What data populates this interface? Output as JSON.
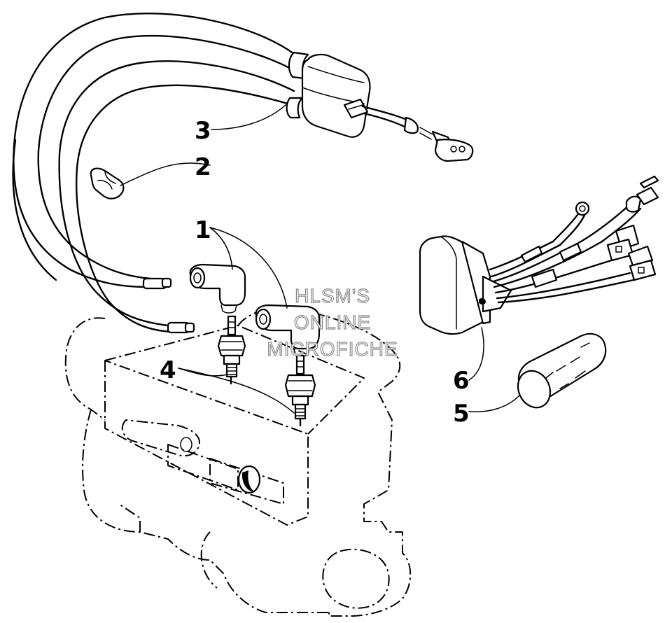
{
  "diagram": {
    "callouts": [
      {
        "id": "callout-1",
        "label": "1"
      },
      {
        "id": "callout-2",
        "label": "2"
      },
      {
        "id": "callout-3",
        "label": "3"
      },
      {
        "id": "callout-4",
        "label": "4"
      },
      {
        "id": "callout-5",
        "label": "5"
      },
      {
        "id": "callout-6",
        "label": "6"
      }
    ],
    "watermark": [
      "HLSM'S",
      "ONLINE",
      "MICROFICHE"
    ],
    "colors": {
      "ink": "#000000",
      "paper": "#ffffff",
      "watermark_outline": "#8a8a8a"
    }
  }
}
